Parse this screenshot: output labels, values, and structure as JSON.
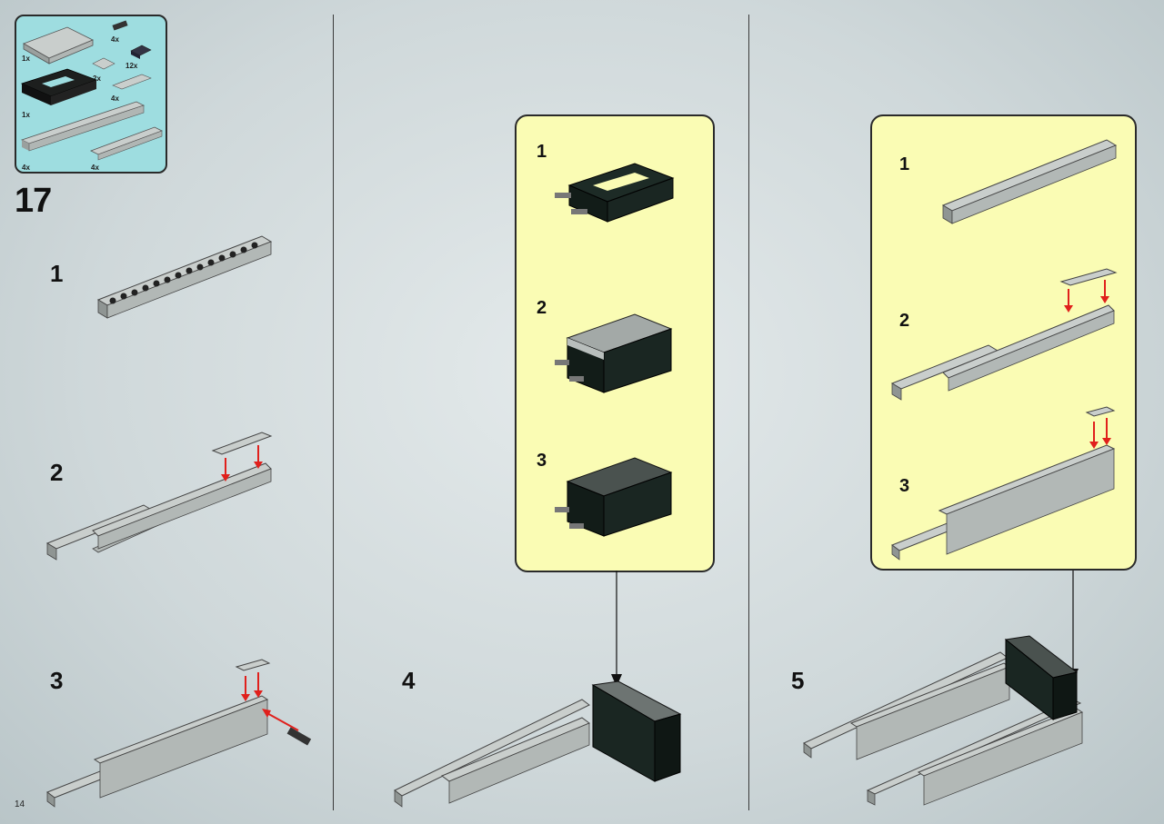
{
  "page": {
    "page_number": "14",
    "main_step": "17"
  },
  "parts_box": {
    "items": [
      {
        "qty": "1x",
        "name": "plate-4x6"
      },
      {
        "qty": "4x",
        "name": "connector-peg"
      },
      {
        "qty": "12x",
        "name": "tile-1x2-dark"
      },
      {
        "qty": "2x",
        "name": "plate-1x2"
      },
      {
        "qty": "4x",
        "name": "plate-1x4"
      },
      {
        "qty": "1x",
        "name": "technic-frame-black"
      },
      {
        "qty": "4x",
        "name": "technic-beam-1x16"
      },
      {
        "qty": "4x",
        "name": "technic-beam-1x10"
      }
    ]
  },
  "left_column": {
    "substeps": [
      "1",
      "2",
      "3"
    ]
  },
  "middle_column": {
    "callout_substeps": [
      "1",
      "2",
      "3"
    ],
    "step": "4"
  },
  "right_column": {
    "callout_substeps": [
      "1",
      "2",
      "3"
    ],
    "step": "5"
  },
  "colors": {
    "parts_box_bg": "#9edde0",
    "callout_bg": "#fafcb4",
    "arrow_red": "#e0201c",
    "brick_grey": "#b4bab8",
    "brick_dark": "#1d2b26"
  }
}
